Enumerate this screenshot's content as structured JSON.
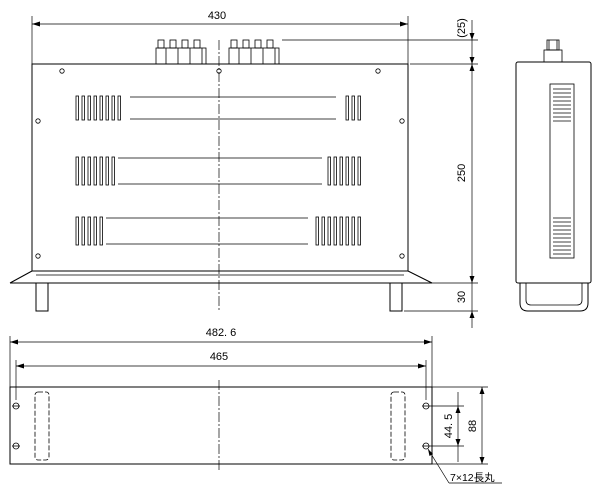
{
  "dimensions": {
    "front_width": "430",
    "connector_height": "(25)",
    "body_height": "250",
    "foot_height": "30",
    "panel_width": "482. 6",
    "mount_pitch": "465",
    "hole_pitch": "44. 5",
    "panel_height": "88",
    "slot_note": "7×12長丸"
  }
}
